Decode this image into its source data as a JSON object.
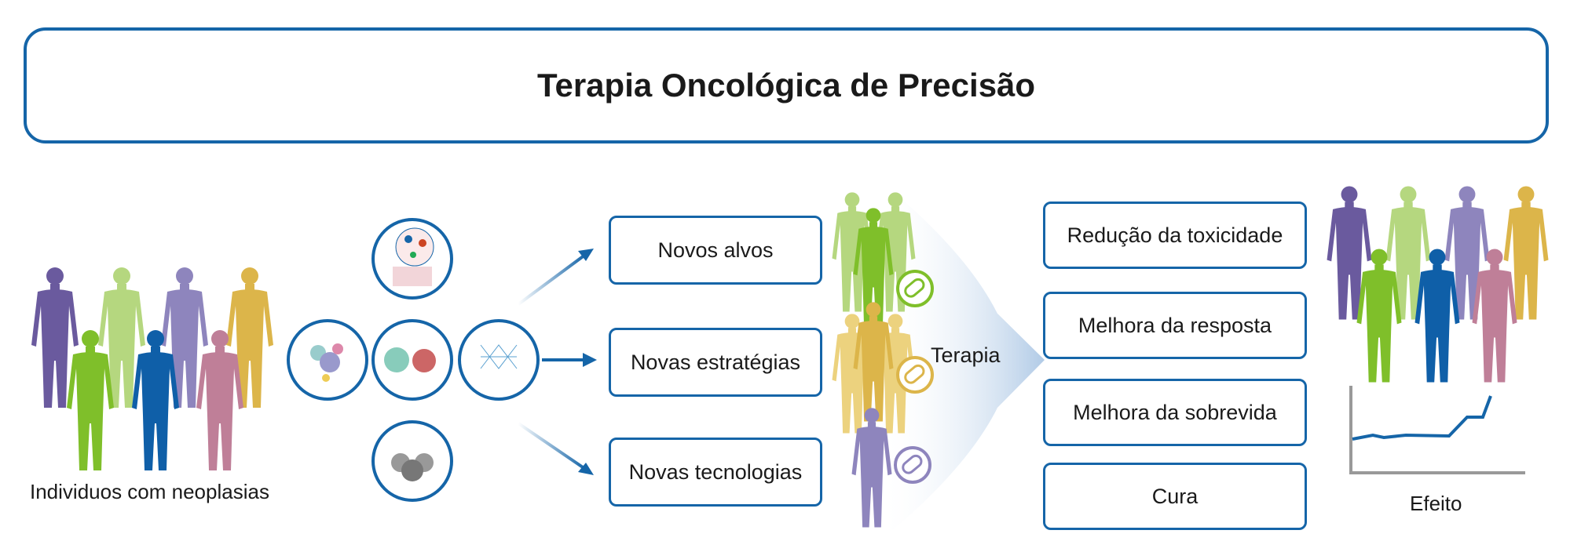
{
  "title": "Terapia Oncológica de Precisão",
  "population_label": "Individuos com neoplasias",
  "approaches": [
    "Novos alvos",
    "Novas estratégias",
    "Novas tecnologias"
  ],
  "therapy_label": "Terapia",
  "outcomes": [
    "Redução da toxicidade",
    "Melhora da resposta",
    "Melhora da sobrevida",
    "Cura"
  ],
  "effect_label": "Efeito",
  "colors": {
    "accent": "#1565a8",
    "purple": "#6a5a9e",
    "lightgreen": "#b5d77f",
    "lavender": "#8e85bd",
    "gold": "#dcb54a",
    "green": "#7fbf2a",
    "blue": "#0f5fa8",
    "pink": "#bf7f98"
  }
}
